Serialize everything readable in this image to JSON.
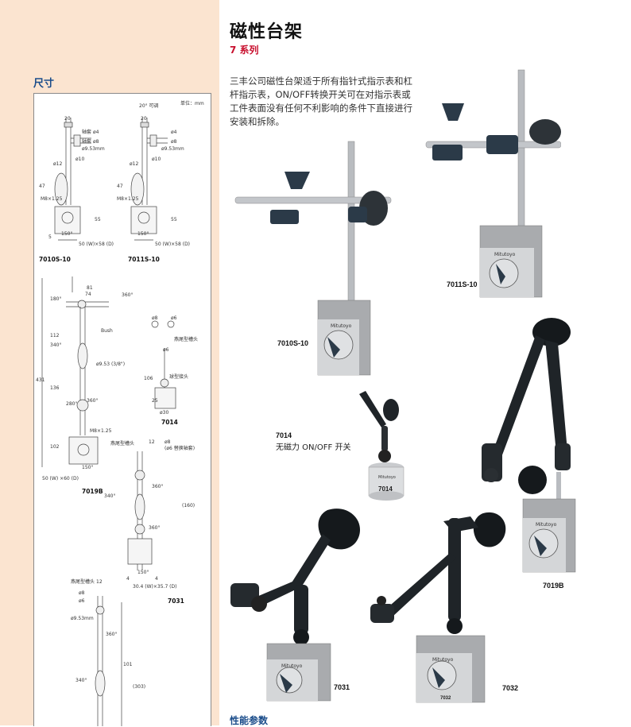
{
  "header": {
    "title": "磁性台架",
    "series": "7 系列"
  },
  "description": "三丰公司磁性台架适于所有指针式指示表和杠杆指示表，ON/OFF转换开关可在对指示表或工件表面没有任何不利影响的条件下直接进行安装和拆除。",
  "sidebar": {
    "section_title": "尺寸",
    "unit": "单位：mm",
    "models": [
      "7010S-10",
      "7011S-10",
      "7019B",
      "7014",
      "7031"
    ],
    "annotations": {
      "angle_20": "20° 可调",
      "axle_hole": "轴套",
      "dia4": "ø4",
      "dia8": "ø8",
      "dia953": "ø9.53mm",
      "dia10": "ø10",
      "dia12": "ø12",
      "m8": "M8×1.25",
      "base_size_a": "50 (W)×58 (D)",
      "base_size_b": "50 (W) ×60 (D)",
      "base_size_c": "30.4 (W)×35.7 (D)",
      "angle_150": "150°",
      "angle_360": "360°",
      "angle_180": "180°",
      "angle_340": "340°",
      "angle_280": "280°",
      "dovetail": "燕尾型槽头",
      "ball": "球型接头",
      "bush": "Bush",
      "dia953b": "ø9.53 (3/8\")",
      "dia6": "ø6",
      "dia6_swap": "(ø6 替换轴套)",
      "dia30": "ø30",
      "dim_20": "20",
      "dim_47": "47",
      "dim_55": "55",
      "dim_5": "5",
      "dim_81": "81",
      "dim_74": "74",
      "dim_431": "431",
      "dim_136": "136",
      "dim_112": "112",
      "dim_102": "102",
      "dim_106": "106",
      "dim_25": "25",
      "dim_12": "12",
      "dim_4": "4",
      "dim_160": "(160)",
      "dim_303": "(303)",
      "dim_101": "101"
    }
  },
  "products": [
    {
      "code": "7010S-10"
    },
    {
      "code": "7011S-10"
    },
    {
      "code": "7014",
      "note": "无磁力 ON/OFF 开关"
    },
    {
      "code": "7019B"
    },
    {
      "code": "7031"
    },
    {
      "code": "7032"
    }
  ],
  "brand": "Mitutoyo",
  "footer_heading": "性能参数",
  "colors": {
    "accent_red": "#c8102e",
    "heading_blue": "#1a4c8a",
    "panel_bg": "#fbe4d0"
  }
}
